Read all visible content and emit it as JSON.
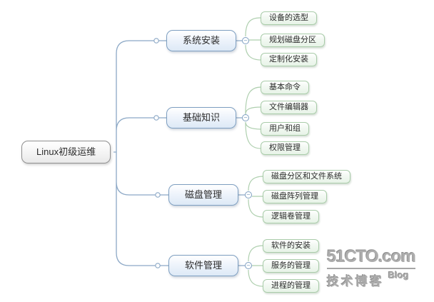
{
  "mindmap": {
    "root": {
      "label": "Linux初级运维"
    },
    "branches": [
      {
        "label": "系统安装",
        "children": [
          "设备的选型",
          "规划磁盘分区",
          "定制化安装"
        ]
      },
      {
        "label": "基础知识",
        "children": [
          "基本命令",
          "文件编辑器",
          "用户和组",
          "权限管理"
        ]
      },
      {
        "label": "磁盘管理",
        "children": [
          "磁盘分区和文件系统",
          "磁盘阵列管理",
          "逻辑卷管理"
        ]
      },
      {
        "label": "软件管理",
        "children": [
          "软件的安装",
          "服务的管理",
          "进程的管理"
        ]
      }
    ],
    "toggle_glyph": "−"
  },
  "watermark": {
    "site": "51CTO.com",
    "tagline": "技术博客",
    "badge": "Blog"
  },
  "colors": {
    "branch_line": "#8ca8c6",
    "branch_border": "#7e9fc1",
    "branch_fill_bottom": "#dde9f6",
    "child_line": "#aecfae",
    "child_border": "#a9cca9",
    "child_fill_bottom": "#e7f3e7",
    "root_border": "#8f8f8f",
    "watermark_gray": "#adadad"
  }
}
